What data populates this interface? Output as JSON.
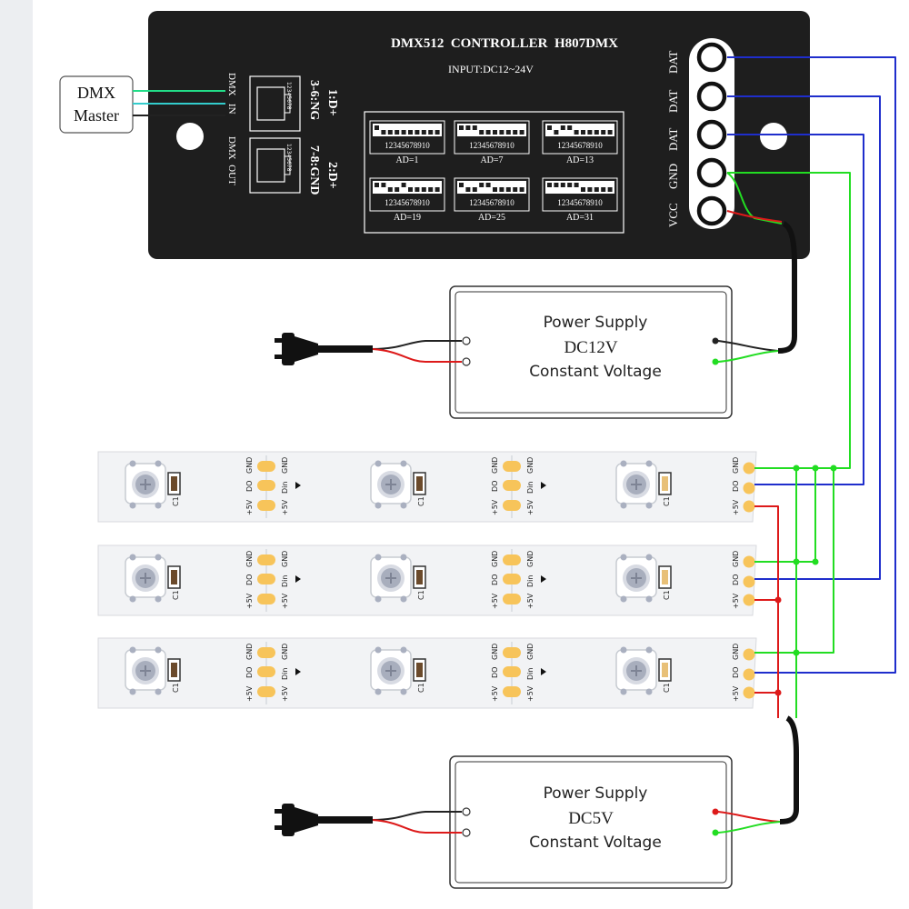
{
  "controller": {
    "title": "DMX512  CONTROLLER  H807DMX",
    "input": "INPUT:DC12~24V",
    "port_in_label": "DMX   IN",
    "port_out_label": "DMX  OUT",
    "pin_line1": "1:D+",
    "pin_line2": "3-6:NG",
    "pin_line3": "2:D+",
    "pin_line4": "7-8:GND",
    "rj45_pins": "12345678",
    "terminals": [
      "DAT",
      "DAT",
      "DAT",
      "GND",
      "VCC"
    ],
    "dip_digits": "12345678910",
    "dip_addresses": [
      "AD=1",
      "AD=7",
      "AD=13",
      "AD=19",
      "AD=25",
      "AD=31"
    ]
  },
  "dmx_master": {
    "line1": "DMX",
    "line2": "Master"
  },
  "psu_12v": {
    "line1": "Power Supply",
    "line2": "DC12V",
    "line3": "Constant Voltage"
  },
  "psu_5v": {
    "line1": "Power Supply",
    "line2": "DC5V",
    "line3": "Constant Voltage"
  },
  "strip": {
    "pad_labels": [
      "GND",
      "DO",
      "+5V"
    ],
    "pad_labels_in": [
      "GND",
      "Din",
      "+5V"
    ],
    "cap_label": "C1"
  },
  "colors": {
    "controller_body": "#1e1e1e",
    "data_wire": "#1f2ecc",
    "gnd_wire": "#22dd22",
    "vcc_wire": "#dd1a1a",
    "pad": "#f7c45a",
    "strip": "#f2f3f5",
    "band": "#eceef1"
  }
}
